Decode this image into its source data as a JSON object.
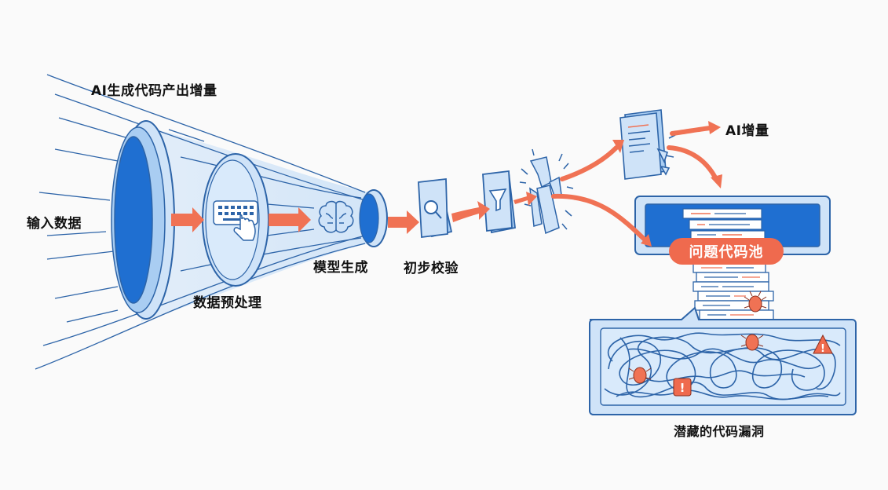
{
  "diagram": {
    "labels": {
      "growth": "AI生成代码产出增量",
      "input": "输入数据",
      "preprocess": "数据预处理",
      "model": "模型生成",
      "check": "初步校验",
      "ai_increment": "AI增量",
      "pool": "问题代码池",
      "vulnerabilities": "潜藏的代码漏洞"
    },
    "colors": {
      "blue_dark": "#1f6fd1",
      "blue_light": "#cfe3f8",
      "outline": "#2d64a8",
      "arrow": "#f07254",
      "badge": "#ef6a4e"
    },
    "icons": [
      "keyboard-hand-icon",
      "brain-icon",
      "magnifier-icon",
      "funnel-icon",
      "bug-icon",
      "warning-icon"
    ]
  }
}
